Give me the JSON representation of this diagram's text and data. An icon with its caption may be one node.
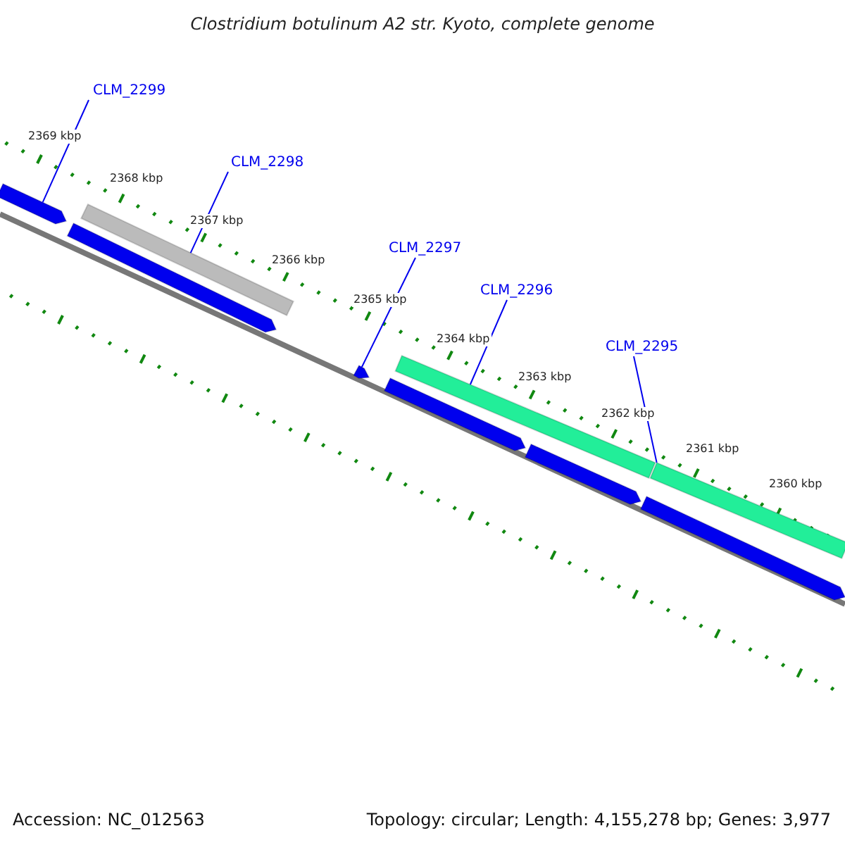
{
  "diagram": {
    "title": "Clostridium botulinum A2 str. Kyoto, complete genome",
    "nodes": [
      {
        "text": [
          "CLM_2299"
        ]
      },
      {
        "text": [
          "CLM_2298"
        ]
      },
      {
        "text": [
          "CLM_2297"
        ]
      },
      {
        "text": [
          "CLM_2296"
        ]
      },
      {
        "text": [
          "CLM_2295"
        ]
      },
      {
        "text": [],
        "shape": "arrow"
      },
      {
        "text": [],
        "shape": "bar"
      },
      {
        "text": [],
        "shape": "arrow"
      },
      {
        "text": [],
        "shape": "arrow"
      },
      {
        "text": [],
        "shape": "bar"
      },
      {
        "text": [],
        "shape": "bar"
      },
      {
        "text": [],
        "shape": "arrow"
      },
      {
        "text": [],
        "shape": "arrow"
      },
      {
        "text": [],
        "shape": "arrow"
      }
    ],
    "edges": [
      {
        "from": 0,
        "to": 5,
        "arrow": "none"
      },
      {
        "from": 1,
        "to": 6,
        "arrow": "none"
      },
      {
        "from": 2,
        "to": 8,
        "arrow": "none"
      },
      {
        "from": 3,
        "to": 9,
        "arrow": "none"
      },
      {
        "from": 4,
        "to": 10,
        "arrow": "none"
      }
    ],
    "labels": [
      "2369 kbp",
      "2368 kbp",
      "2367 kbp",
      "2366 kbp",
      "2365 kbp",
      "2364 kbp",
      "2363 kbp",
      "2362 kbp",
      "2361 kbp",
      "2360 kbp",
      "Accession: NC_012563",
      "Topology: circular; Length: 4,155,278 bp; Genes: 3,977"
    ]
  }
}
